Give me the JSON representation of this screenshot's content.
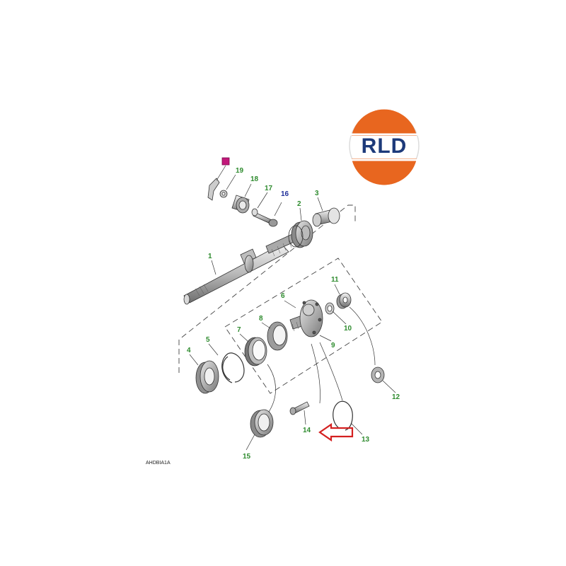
{
  "logo": {
    "text": "RLD",
    "colors": {
      "orange": "#e8661f",
      "navy": "#1d3a7a"
    }
  },
  "diagram": {
    "reference_code": "AHDBIA1A",
    "labels": {
      "p1": "1",
      "p2": "2",
      "p3": "3",
      "p4": "4",
      "p5": "5",
      "p6": "6",
      "p7": "7",
      "p8": "8",
      "p9": "9",
      "p10": "10",
      "p11": "11",
      "p12": "12",
      "p13": "13",
      "p14": "14",
      "p15": "15",
      "p16": "16",
      "p17": "17",
      "p18": "18",
      "p19": "19"
    },
    "colors": {
      "label_green": "#2e8b2e",
      "label_blue": "#1f2f9a",
      "highlight": "#d42020",
      "marker": "#c2187a"
    }
  }
}
